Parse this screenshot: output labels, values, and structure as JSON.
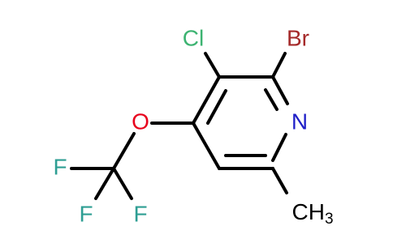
{
  "molecule": {
    "atoms": {
      "cl": {
        "label": "Cl",
        "color": "#3cb371"
      },
      "br": {
        "label": "Br",
        "color": "#a52a2a"
      },
      "n": {
        "label": "N",
        "color": "#2020c8"
      },
      "o": {
        "label": "O",
        "color": "#e8001c"
      },
      "f1": {
        "label": "F",
        "color": "#2e9e93"
      },
      "f2": {
        "label": "F",
        "color": "#2e9e93"
      },
      "f3": {
        "label": "F",
        "color": "#2e9e93"
      },
      "methyl": {
        "label": "CH",
        "subscript": "3",
        "color": "#000000"
      }
    },
    "bond_color": "#000000"
  }
}
